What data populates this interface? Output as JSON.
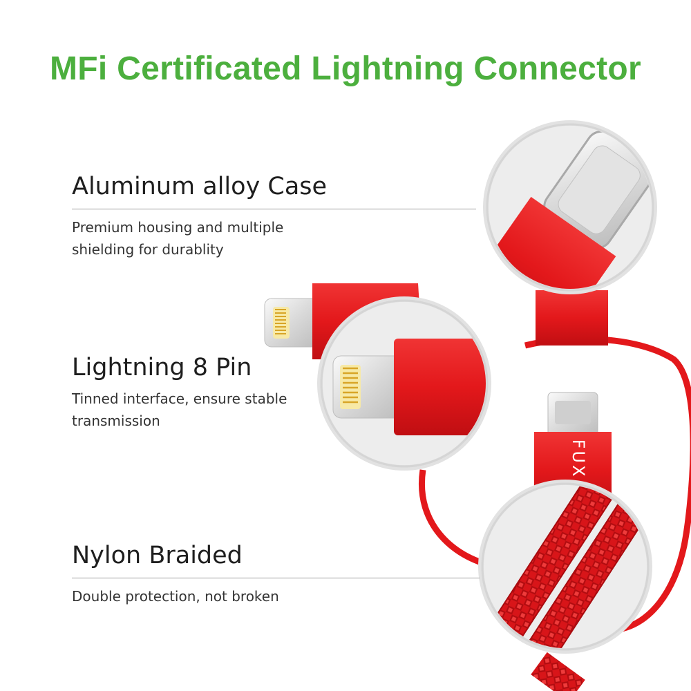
{
  "title": "MFi Certificated Lightning Connector",
  "features": [
    {
      "heading": "Aluminum alloy Case",
      "desc_lines": [
        "Premium housing and multiple",
        "shielding for durablity"
      ]
    },
    {
      "heading": "Lightning 8 Pin",
      "desc_lines": [
        "Tinned interface, ensure stable",
        "transmission"
      ]
    },
    {
      "heading": "Nylon Braided",
      "desc_lines": [
        "Double protection, not broken"
      ]
    }
  ],
  "brand_mark": "FUX",
  "colors": {
    "title": "#4caf3e",
    "cable_red": "#e3181b",
    "circle_bg": "#ececec",
    "circle_ring": "#d7d7d7"
  }
}
